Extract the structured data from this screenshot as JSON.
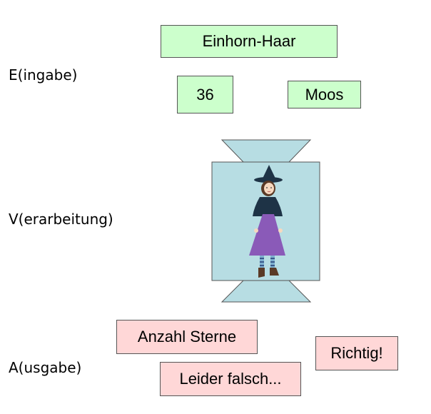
{
  "labels": {
    "input": "E(ingabe)",
    "processing": "V(erarbeitung)",
    "output": "A(usgabe)"
  },
  "inputs": [
    {
      "text": "Einhorn-Haar"
    },
    {
      "text": "36"
    },
    {
      "text": "Moos"
    }
  ],
  "outputs": [
    {
      "text": "Anzahl Sterne"
    },
    {
      "text": "Richtig!"
    },
    {
      "text": "Leider falsch..."
    }
  ],
  "machine": {
    "figure": "witch-icon"
  },
  "colors": {
    "input_bg": "#ccffcc",
    "output_bg": "#ffd7d7",
    "machine_fill": "#b7dde3",
    "border": "#555555",
    "witch_dress": "#8a5ab8",
    "witch_cloak": "#1e3346"
  }
}
